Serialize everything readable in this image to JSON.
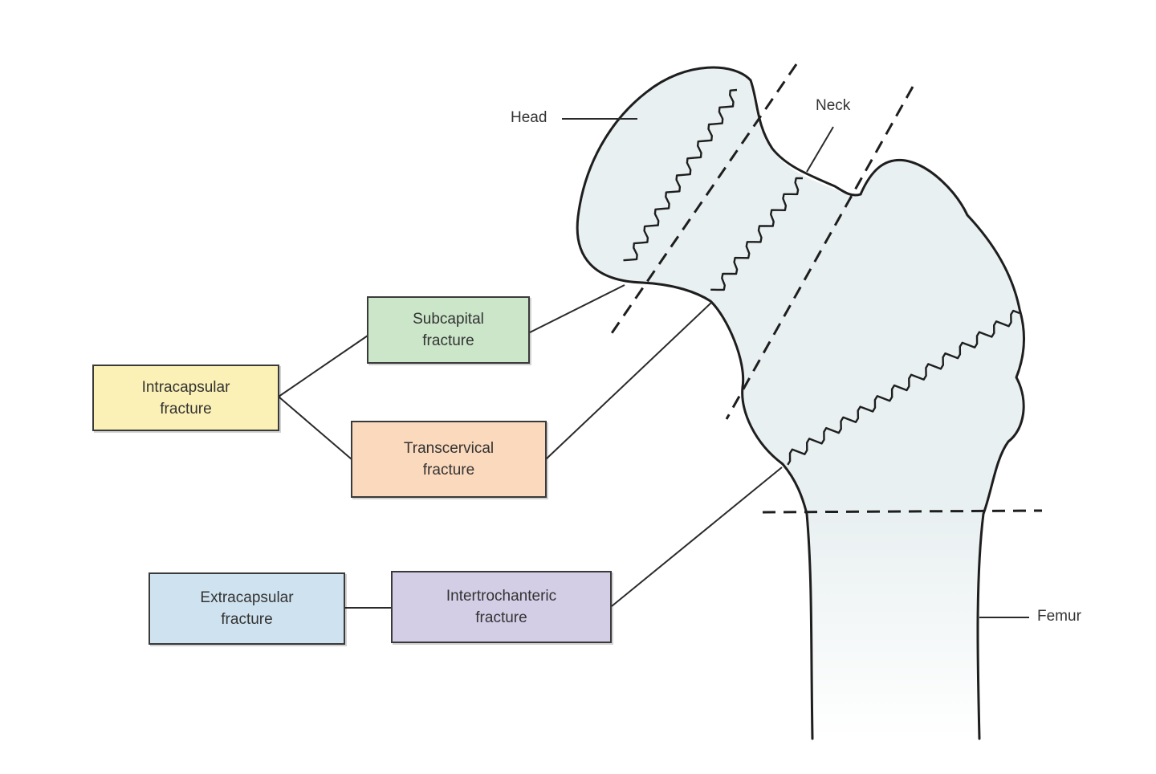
{
  "colors": {
    "intracapsular": "#fbf1b6",
    "subcapital": "#cbe6c9",
    "transcervical": "#fbd9bd",
    "extracapsular": "#cfe2ef",
    "intertrochanteric": "#d4cde6",
    "bone_fill": "#e9f0f1",
    "stroke": "#1e1e1e"
  },
  "boxes": {
    "intracapsular": "Intracapsular\nfracture",
    "subcapital": "Subcapital\nfracture",
    "transcervical": "Transcervical\nfracture",
    "extracapsular": "Extracapsular\nfracture",
    "intertrochanteric": "Intertrochanteric\nfracture"
  },
  "labels": {
    "head": "Head",
    "neck": "Neck",
    "femur": "Femur"
  }
}
